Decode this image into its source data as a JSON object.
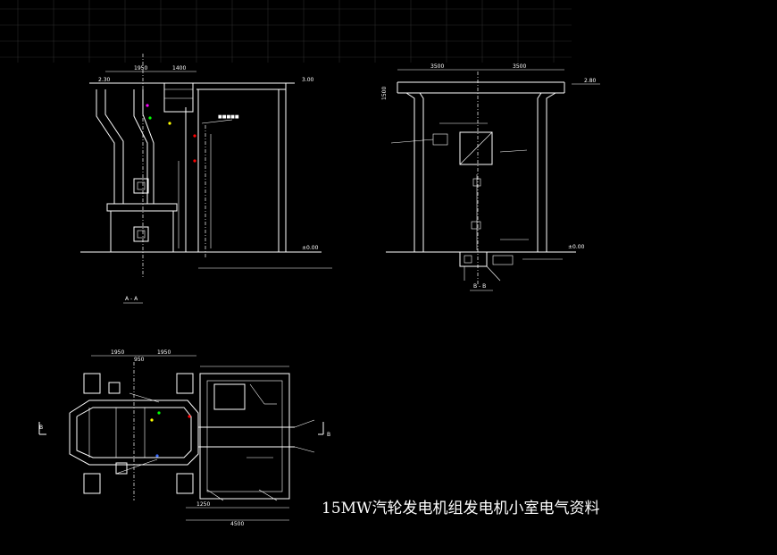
{
  "drawing": {
    "title": "15MW汽轮发电机组发电机小室电气资料",
    "views": {
      "section_aa": {
        "label": "A - A",
        "dims": [
          "1950",
          "1400",
          "2.30",
          "3.00",
          "±0.00"
        ]
      },
      "section_bb": {
        "label": "B - B",
        "dims": [
          "3500",
          "3500",
          "2.80",
          "1500",
          "±0.00"
        ]
      },
      "plan": {
        "dims_top": [
          "1950",
          "950",
          "1950"
        ],
        "dims_bottom": [
          "1250",
          "4500"
        ],
        "section_mark_left": "B",
        "section_mark_right": "B"
      }
    },
    "colors": {
      "background": "#000000",
      "lines": "#ffffff",
      "accent_green": "#00ff00",
      "accent_yellow": "#ffff00",
      "accent_red": "#ff0000",
      "accent_magenta": "#ff00ff",
      "accent_blue": "#3b6cff"
    }
  }
}
